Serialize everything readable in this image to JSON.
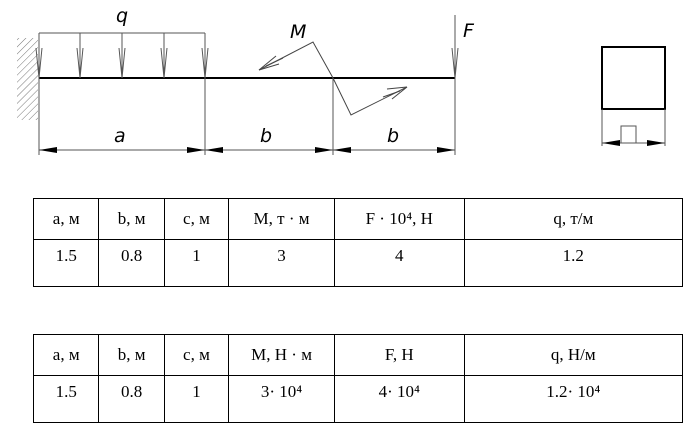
{
  "diagram": {
    "labels": {
      "q": "q",
      "M": "M",
      "F": "F",
      "a": "a",
      "b1": "b",
      "b2": "b"
    }
  },
  "table1": {
    "headers": [
      "a, м",
      "b, м",
      "c, м",
      "M, т · м",
      "F · 10⁴, Н",
      "q, т/м"
    ],
    "values": [
      "1.5",
      "0.8",
      "1",
      "3",
      "4",
      "1.2"
    ]
  },
  "table2": {
    "headers": [
      "a, м",
      "b, м",
      "c, м",
      "M, Н · м",
      "F, Н",
      "q, Н/м"
    ],
    "values": [
      "1.5",
      "0.8",
      "1",
      "3· 10⁴",
      "4· 10⁴",
      "1.2· 10⁴"
    ]
  }
}
